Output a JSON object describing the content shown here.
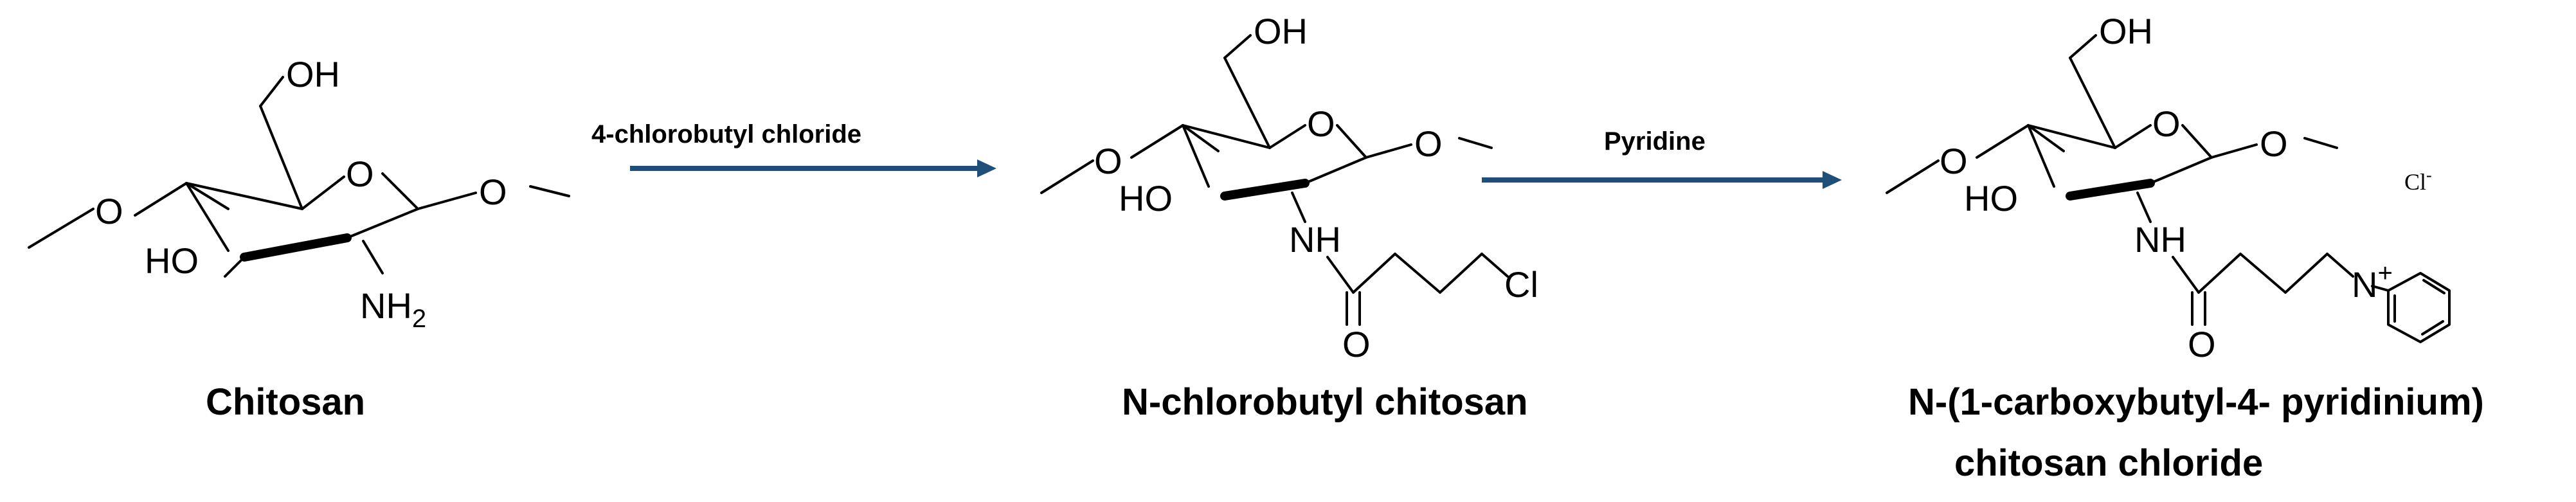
{
  "molecules": [
    {
      "id": "chitosan",
      "name": "Chitosan",
      "atoms": {
        "oh": "OH",
        "ring_o": "O",
        "o_left": "O",
        "o_right": "O",
        "ho": "HO",
        "nh2": "NH",
        "nh2_sub": "2"
      }
    },
    {
      "id": "n-chlorobutyl-chitosan",
      "name": "N-chlorobutyl chitosan",
      "atoms": {
        "oh": "OH",
        "ring_o": "O",
        "o_left": "O",
        "o_right": "O",
        "ho": "HO",
        "nh": "NH",
        "carbonyl_o": "O",
        "cl": "Cl"
      }
    },
    {
      "id": "pyridinium-chitosan",
      "name_line1": "N-(1-carboxybutyl-4- pyridinium)",
      "name_line2": "chitosan chloride",
      "atoms": {
        "oh": "OH",
        "ring_o": "O",
        "o_left": "O",
        "o_right": "O",
        "ho": "HO",
        "nh": "NH",
        "carbonyl_o": "O",
        "n_plus": "N",
        "plus": "+",
        "chloride": "Cl",
        "chloride_charge": "-"
      }
    }
  ],
  "reactions": [
    {
      "reagent": "4-chlorobutyl chloride",
      "color": "#1f4e79"
    },
    {
      "reagent": "Pyridine",
      "color": "#1f4e79"
    }
  ]
}
